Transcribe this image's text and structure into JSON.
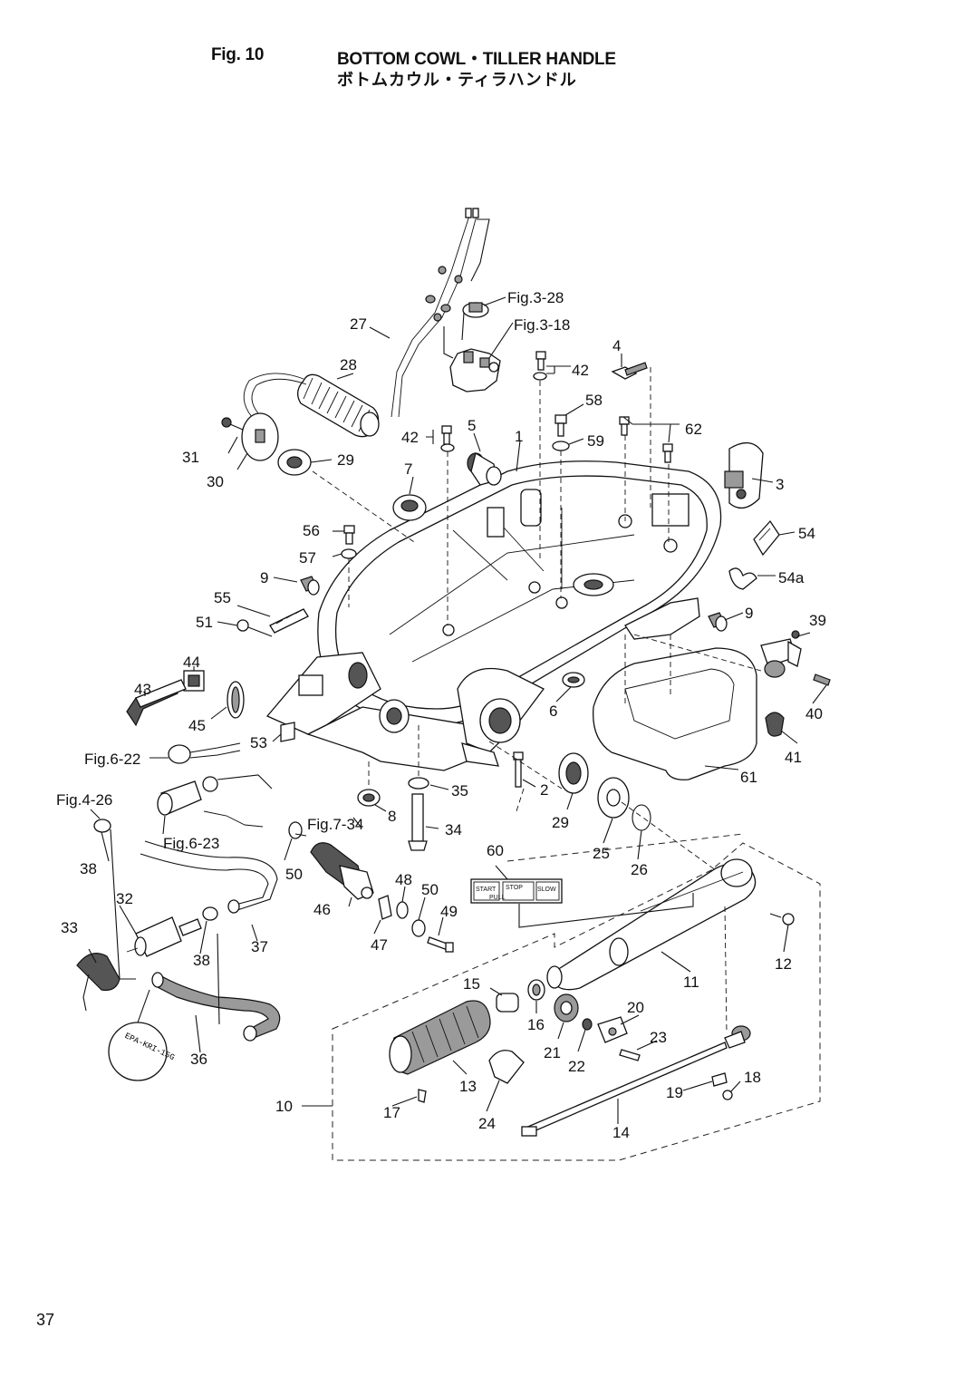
{
  "header": {
    "fig_label": "Fig. 10",
    "title_en": "BOTTOM COWL・TILLER HANDLE",
    "title_jp": "ボトムカウル・ティラハンドル"
  },
  "footer": {
    "page_number": "37"
  },
  "stamp_text": "EPA-KRI-15G",
  "decal_text": {
    "start": "START",
    "stop": "STOP",
    "pull": "PULL",
    "slow": "SLOW"
  },
  "callouts": {
    "c1": "1",
    "c2": "2",
    "c3": "3",
    "c4": "4",
    "c5": "5",
    "c6": "6",
    "c7": "7",
    "c8": "8",
    "c9a": "9",
    "c9b": "9",
    "c10": "10",
    "c11": "11",
    "c12": "12",
    "c13": "13",
    "c14": "14",
    "c15": "15",
    "c16": "16",
    "c17": "17",
    "c18": "18",
    "c19": "19",
    "c20": "20",
    "c21": "21",
    "c22": "22",
    "c23": "23",
    "c24": "24",
    "c25": "25",
    "c26": "26",
    "c27": "27",
    "c28": "28",
    "c29a": "29",
    "c29b": "29",
    "c30": "30",
    "c31": "31",
    "c32": "32",
    "c33": "33",
    "c34": "34",
    "c35": "35",
    "c36": "36",
    "c37": "37",
    "c38a": "38",
    "c38b": "38",
    "c39": "39",
    "c40": "40",
    "c41": "41",
    "c42a": "42",
    "c42b": "42",
    "c43": "43",
    "c44": "44",
    "c45": "45",
    "c46": "46",
    "c47": "47",
    "c48": "48",
    "c49": "49",
    "c50a": "50",
    "c50b": "50",
    "c51": "51",
    "c53": "53",
    "c54": "54",
    "c54a": "54a",
    "c55": "55",
    "c56": "56",
    "c57": "57",
    "c58": "58",
    "c59": "59",
    "c60": "60",
    "c61": "61",
    "c62": "62",
    "fig3_28": "Fig.3-28",
    "fig3_18": "Fig.3-18",
    "fig6_22": "Fig.6-22",
    "fig6_23": "Fig.6-23",
    "fig4_26": "Fig.4-26",
    "fig7_34": "Fig.7-34"
  }
}
